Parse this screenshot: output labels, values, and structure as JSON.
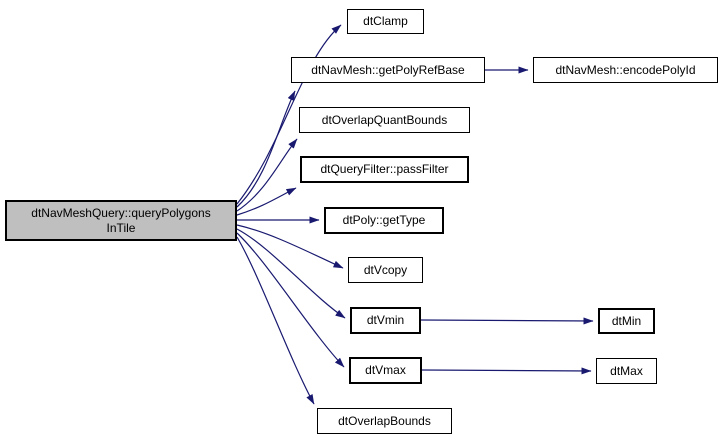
{
  "diagram": {
    "type": "doxygen-call-graph",
    "background_color": "#ffffff",
    "edge_color": "#191970",
    "node_fill": "#ffffff",
    "main_node_fill": "#bfbfbf",
    "border_color": "#000000"
  },
  "nodes": [
    {
      "id": "queryPolygonsInTile",
      "label": "dtNavMeshQuery::queryPolygonsInTile",
      "lines": [
        "dtNavMeshQuery::queryPolygons",
        "InTile"
      ],
      "role": "main"
    },
    {
      "id": "dtClamp",
      "label": "dtClamp"
    },
    {
      "id": "getPolyRefBase",
      "label": "dtNavMesh::getPolyRefBase"
    },
    {
      "id": "encodePolyId",
      "label": "dtNavMesh::encodePolyId"
    },
    {
      "id": "dtOverlapQuantBounds",
      "label": "dtOverlapQuantBounds"
    },
    {
      "id": "passFilter",
      "label": "dtQueryFilter::passFilter"
    },
    {
      "id": "getType",
      "label": "dtPoly::getType"
    },
    {
      "id": "dtVcopy",
      "label": "dtVcopy"
    },
    {
      "id": "dtVmin",
      "label": "dtVmin"
    },
    {
      "id": "dtMin",
      "label": "dtMin"
    },
    {
      "id": "dtVmax",
      "label": "dtVmax"
    },
    {
      "id": "dtMax",
      "label": "dtMax"
    },
    {
      "id": "dtOverlapBounds",
      "label": "dtOverlapBounds"
    }
  ],
  "edges": [
    {
      "from": "queryPolygonsInTile",
      "to": "dtClamp"
    },
    {
      "from": "queryPolygonsInTile",
      "to": "getPolyRefBase"
    },
    {
      "from": "getPolyRefBase",
      "to": "encodePolyId"
    },
    {
      "from": "queryPolygonsInTile",
      "to": "dtOverlapQuantBounds"
    },
    {
      "from": "queryPolygonsInTile",
      "to": "passFilter"
    },
    {
      "from": "queryPolygonsInTile",
      "to": "getType"
    },
    {
      "from": "queryPolygonsInTile",
      "to": "dtVcopy"
    },
    {
      "from": "queryPolygonsInTile",
      "to": "dtVmin"
    },
    {
      "from": "dtVmin",
      "to": "dtMin"
    },
    {
      "from": "queryPolygonsInTile",
      "to": "dtVmax"
    },
    {
      "from": "dtVmax",
      "to": "dtMax"
    },
    {
      "from": "queryPolygonsInTile",
      "to": "dtOverlapBounds"
    }
  ]
}
